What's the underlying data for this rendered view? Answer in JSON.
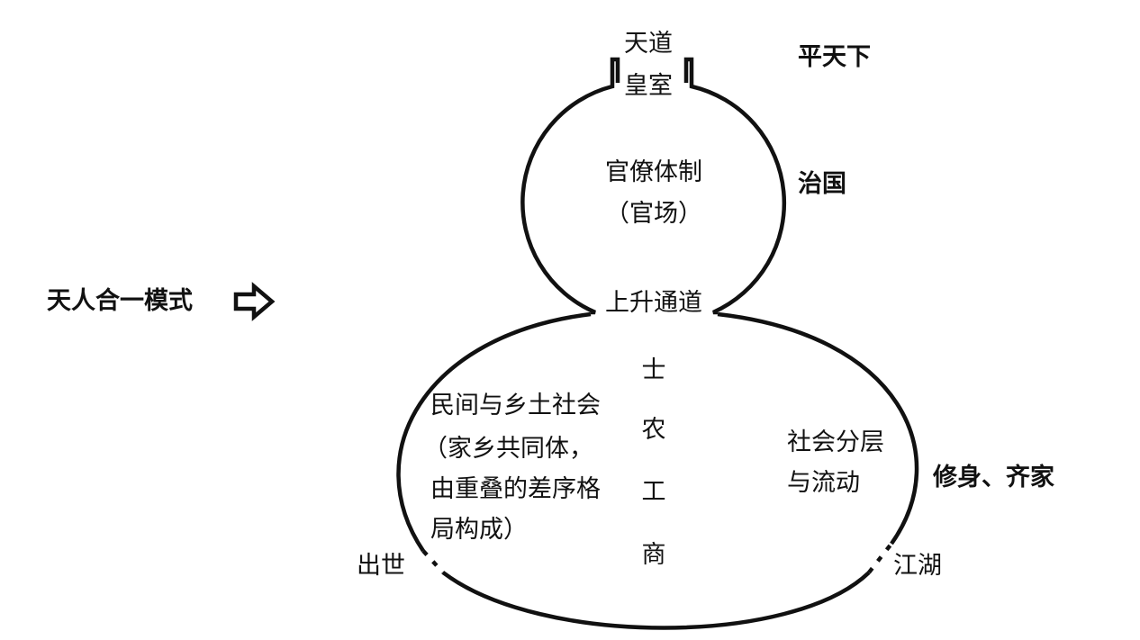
{
  "diagram": {
    "top_neck_label": "天道",
    "royal_house": "皇室",
    "bureaucracy_lines": [
      "官僚体制",
      "（官场）"
    ],
    "ascent_channel": "上升通道",
    "four_classes": [
      "士",
      "农",
      "工",
      "商"
    ],
    "folk_society_lines": [
      "民间与乡土社会",
      "（家乡共同体，",
      "由重叠的差序格",
      "局构成）"
    ],
    "stratification_lines": [
      "社会分层",
      "与流动"
    ],
    "left_gap_label": "出世",
    "right_gap_label": "江湖",
    "right_labels": {
      "top": "平天下",
      "middle": "治国",
      "bottom": "修身、齐家"
    },
    "model_label": "天人合一模式",
    "arrow_icon": "hollow-right-arrow-icon"
  },
  "colors": {
    "stroke": "#111111",
    "background": "#ffffff"
  }
}
